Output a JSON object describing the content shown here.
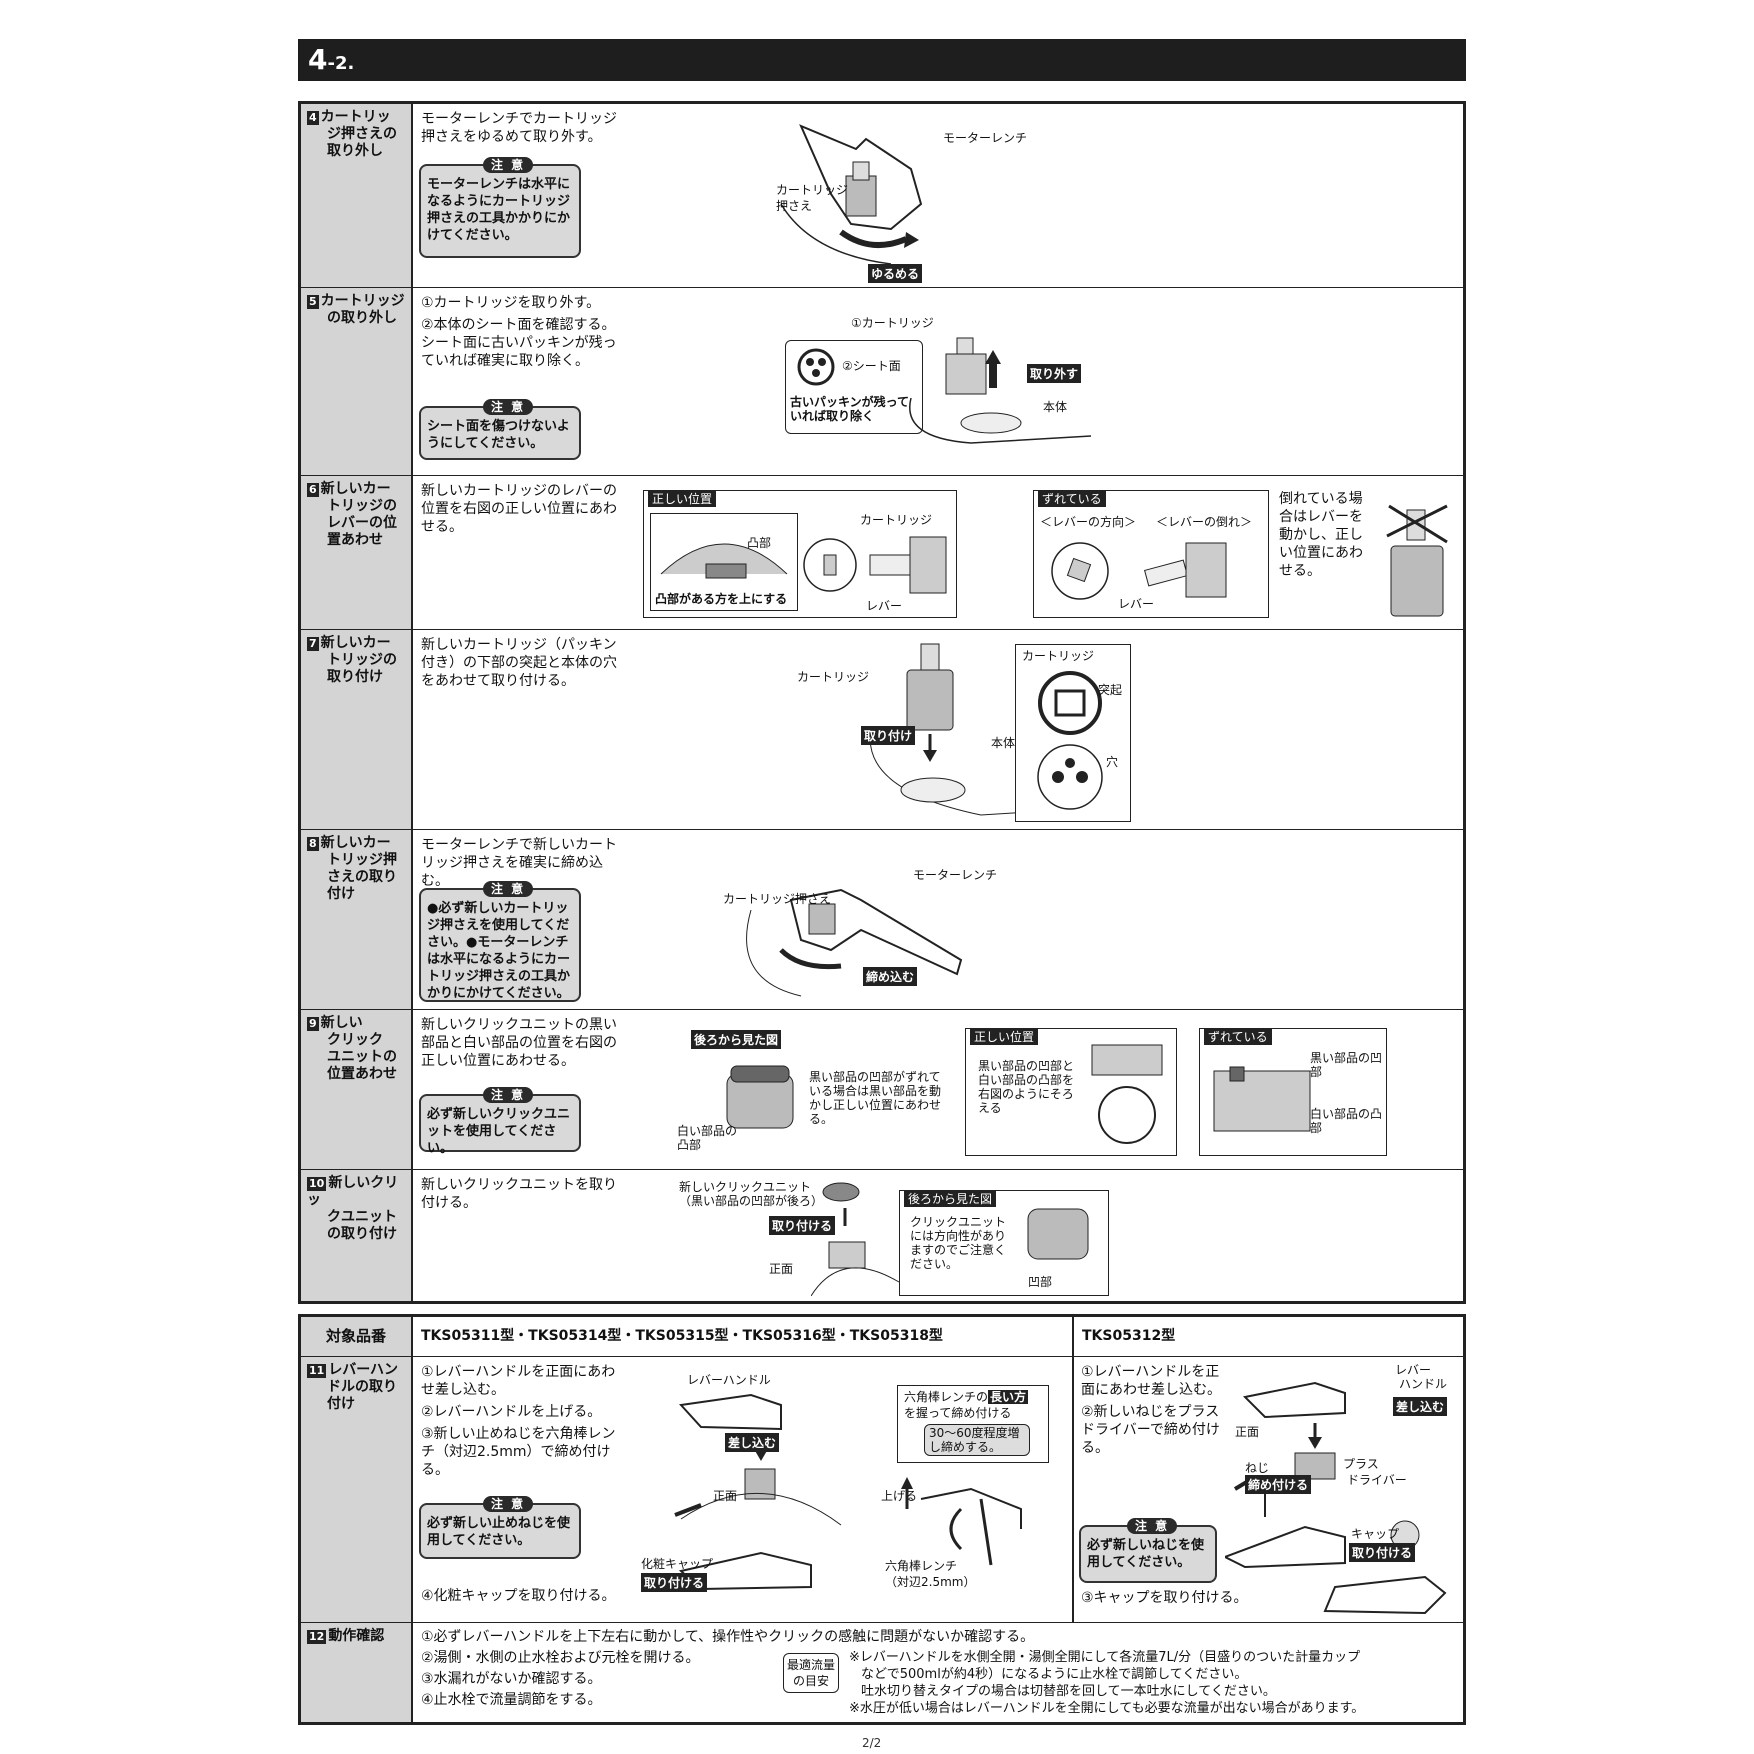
{
  "header": {
    "section": "4",
    "sub": "-2."
  },
  "steps": [
    {
      "num": "4",
      "label": [
        "カートリッ",
        "ジ押さえの",
        "取り外し"
      ],
      "text": [
        "モーターレンチでカートリッジ押さえをゆるめて取り外す。"
      ],
      "caution": "モーターレンチは水平になるようにカートリッジ押さえの工具かかりにかけてください。",
      "fig": {
        "wrench": "モーターレンチ",
        "holder1": "カートリッジ",
        "holder2": "押さえ",
        "tag": "ゆるめる"
      }
    },
    {
      "num": "5",
      "label": [
        "カートリッジ",
        "の取り外し"
      ],
      "text": [
        "①カートリッジを取り外す。",
        "②本体のシート面を確認する。シート面に古いパッキンが残っていれば確実に取り除く。"
      ],
      "caution": "シート面を傷つけないようにしてください。",
      "fig": {
        "cart": "①カートリッジ",
        "seat": "②シート面",
        "old": "古いパッキンが残っていれば取り除く",
        "tag": "取り外す",
        "body": "本体"
      }
    },
    {
      "num": "6",
      "label": [
        "新しいカー",
        "トリッジの",
        "レバーの位",
        "置あわせ"
      ],
      "text": [
        "新しいカートリッジのレバーの位置を右図の正しい位置にあわせる。"
      ],
      "fig": {
        "correct": "正しい位置",
        "bump": "凸部",
        "bumpnote": "凸部がある方を上にする",
        "cart": "カートリッジ",
        "lever": "レバー",
        "wrong": "ずれている",
        "dir": "＜レバーの方向＞",
        "tilt": "＜レバーの倒れ＞",
        "lever2": "レバー",
        "note": "倒れている場合はレバーを動かし、正しい位置にあわせる。"
      }
    },
    {
      "num": "7",
      "label": [
        "新しいカー",
        "トリッジの",
        "取り付け"
      ],
      "text": [
        "新しいカートリッジ（パッキン付き）の下部の突起と本体の穴をあわせて取り付ける。"
      ],
      "fig": {
        "cart": "カートリッジ",
        "tag": "取り付け",
        "inset": "カートリッジ",
        "bump": "突起",
        "body": "本体",
        "hole": "穴"
      }
    },
    {
      "num": "8",
      "label": [
        "新しいカー",
        "トリッジ押",
        "さえの取り",
        "付け"
      ],
      "text": [
        "モーターレンチで新しいカートリッジ押さえを確実に締め込む。"
      ],
      "caution": "●必ず新しいカートリッジ押さえを使用してください。●モーターレンチは水平になるようにカートリッジ押さえの工具かかりにかけてください。",
      "fig": {
        "wrench": "モーターレンチ",
        "holder": "カートリッジ押さえ",
        "tag": "締め込む"
      }
    },
    {
      "num": "9",
      "label": [
        "新しい",
        "クリック",
        "ユニットの",
        "位置あわせ"
      ],
      "text": [
        "新しいクリックユニットの黒い部品と白い部品の位置を右図の正しい位置にあわせる。"
      ],
      "caution": "必ず新しいクリックユニットを使用してください。",
      "fig": {
        "back": "後ろから見た図",
        "black": "黒い部品の凹部がずれている場合は黒い部品を動かし正しい位置にあわせる。",
        "white": "白い部品の凸部",
        "correct": "正しい位置",
        "align": "黒い部品の凹部と白い部品の凸部を右図のようにそろえる",
        "wrong": "ずれている",
        "bk": "黒い部品の凹部",
        "wt": "白い部品の凸部"
      }
    },
    {
      "num": "10",
      "label": [
        "新しいクリッ",
        "クユニット",
        "の取り付け"
      ],
      "text": [
        "新しいクリックユニットを取り付ける。"
      ],
      "fig": {
        "unit": "新しいクリックユニット",
        "unit2": "（黒い部品の凹部が後ろ）",
        "tag": "取り付ける",
        "front": "正面",
        "back": "後ろから見た図",
        "note": "クリックユニットには方向性がありますのでご注意ください。",
        "recess": "凹部"
      }
    }
  ],
  "bottom": {
    "target_label": "対象品番",
    "models_a": "TKS05311型・TKS05314型・TKS05315型・TKS05316型・TKS05318型",
    "models_b": "TKS05312型",
    "s11": {
      "num": "11",
      "label": [
        "レバーハン",
        "ドルの取り",
        "付け"
      ],
      "a_text": [
        "①レバーハンドルを正面にあわせ差し込む。",
        "②レバーハンドルを上げる。",
        "③新しい止めねじを六角棒レンチ（対辺2.5mm）で締め付ける。"
      ],
      "a_caution": "必ず新しい止めねじを使用してください。",
      "a_last": "④化粧キャップを取り付ける。",
      "a_fig": {
        "handle": "レバーハンドル",
        "insert": "差し込む",
        "front": "正面",
        "cap": "化粧キャップ",
        "attach": "取り付ける",
        "hex1": "六角棒レンチの",
        "long": "長い方",
        "hex2": "を握って締め付ける",
        "deg": "30～60度程度増し締めする。",
        "up": "上げる",
        "hexw": "六角棒レンチ",
        "hexs": "（対辺2.5mm）"
      },
      "b_text": [
        "①レバーハンドルを正面にあわせ差し込む。",
        "②新しいねじをプラスドライバーで締め付ける。"
      ],
      "b_caution": "必ず新しいねじを使用してください。",
      "b_last": "③キャップを取り付ける。",
      "b_fig": {
        "lever": "レバー",
        "handle": "ハンドル",
        "insert": "差し込む",
        "front": "正面",
        "screw": "ねじ",
        "tighten": "締め付ける",
        "plus": "プラス",
        "driver": "ドライバー",
        "cap": "キャップ",
        "attach": "取り付ける"
      }
    },
    "s12": {
      "num": "12",
      "label": "動作確認",
      "items": [
        "①必ずレバーハンドルを上下左右に動かして、操作性やクリックの感触に問題がないか確認する。",
        "②湯側・水側の止水栓および元栓を開ける。",
        "③水漏れがないか確認する。",
        "④止水栓で流量調節をする。"
      ],
      "flow1": "最適流量",
      "flow2": "の目安",
      "notes": [
        "※レバーハンドルを水側全開・湯側全開にして各流量7L/分（目盛りのついた計量カップ",
        "などで500mlが約4秒）になるように止水栓で調節してください。",
        "吐水切り替えタイプの場合は切替部を回して一本吐水にしてください。",
        "※水圧が低い場合はレバーハンドルを全開にしても必要な流量が出ない場合があります。"
      ]
    }
  },
  "footer": "2/2"
}
